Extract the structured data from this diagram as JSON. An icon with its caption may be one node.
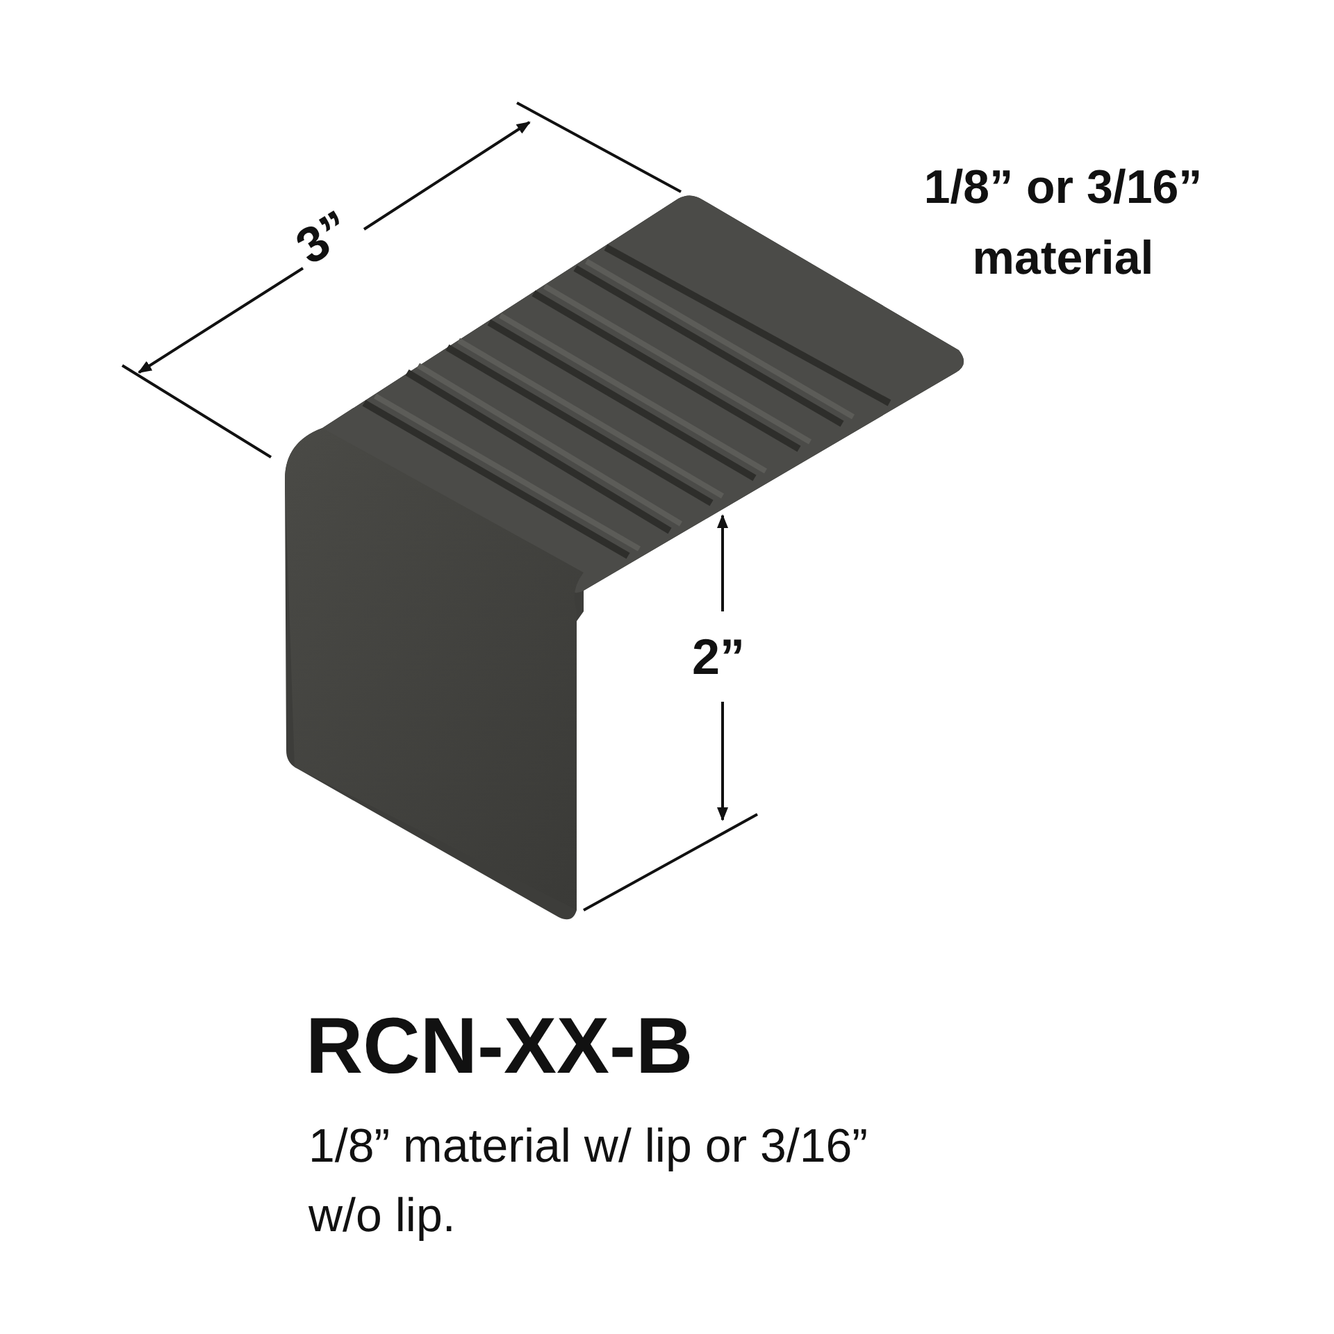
{
  "diagram": {
    "title": "RCN-XX-B",
    "caption": "1/8” material w/ lip or 3/16” w/o lip.",
    "labels": [
      "3”",
      "1/8” or 3/16” material",
      "2”"
    ]
  }
}
